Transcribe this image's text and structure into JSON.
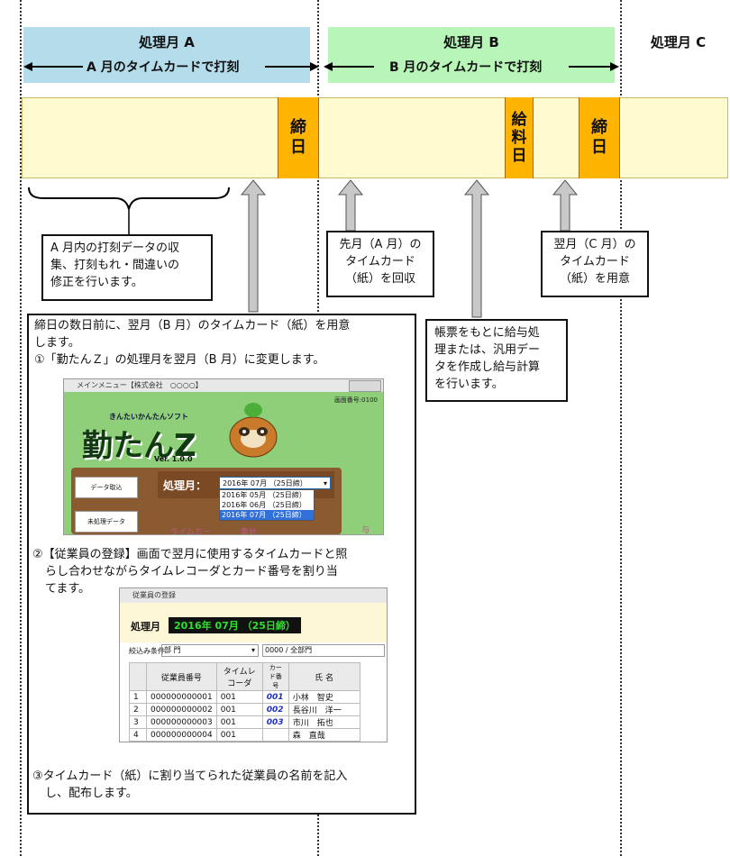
{
  "headers": {
    "a": {
      "title": "処理月 A",
      "arrow_text": "A 月のタイムカードで打刻"
    },
    "b": {
      "title": "処理月 B",
      "arrow_text": "B 月のタイムカードで打刻"
    },
    "c": {
      "title": "処理月 C"
    }
  },
  "timeline": {
    "shime1": [
      "締",
      "日"
    ],
    "kyuryo": [
      "給",
      "料",
      "日"
    ],
    "shime2": [
      "締",
      "日"
    ]
  },
  "notes": {
    "a_collect": [
      "A 月内の打刻データの収",
      "集、打刻もれ・間違いの",
      "修正を行います。"
    ],
    "b_collect_card": [
      "先月（A 月）の",
      "タイムカード",
      "（紙）を回収"
    ],
    "c_prepare": [
      "翌月（C 月）の",
      "タイムカード",
      "（紙）を用意"
    ],
    "payroll": [
      "帳票をもとに給与処",
      "理または、汎用デー",
      "タを作成し給与計算",
      "を行います。"
    ],
    "main": {
      "intro": [
        "締日の数日前に、翌月（B 月）のタイムカード（紙）を用意",
        "します。"
      ],
      "step1": "①「勤たんＺ」の処理月を翌月（B 月）に変更します。",
      "step2": [
        "②【従業員の登録】画面で翌月に使用するタイムカードと照",
        "らし合わせながらタイムレコーダとカード番号を割り当",
        "てます。"
      ],
      "step3": [
        "③タイムカード（紙）に割り当てられた従業員の名前を記入",
        "し、配布します。"
      ]
    }
  },
  "screenshot1": {
    "window_title": "メインメニュー【株式会社　○○○○】",
    "screen_no": "画面番号:0100",
    "subtitle": "きんたいかんたんソフト",
    "logo": "勤たんZ",
    "version": "Ver. 1.0.0",
    "btn_data": "データ取込",
    "btn_unprocessed": "未処理データ",
    "month_label": "処理月：",
    "selected": "2016年 07月 （25日締）",
    "options": [
      "2016年 05月 （25日締）",
      "2016年 06月 （25日締）",
      "2016年 07月 （25日締）"
    ],
    "bg_tab1": "タイムカー",
    "bg_tab2": "集計",
    "bg_tab3": "与"
  },
  "screenshot2": {
    "window_title": "従業員の登録",
    "month_label": "処理月",
    "month_value": "2016年 07月 （25日締）",
    "filter_label": "絞込み条件",
    "filter_value": "部 門",
    "filter_dept": "0000 / 全部門",
    "columns": [
      "",
      "従業員番号",
      "タイムレコーダ",
      "カード番号",
      "氏 名"
    ],
    "rows": [
      [
        "1",
        "000000000001",
        "001",
        "001",
        "小林　智史"
      ],
      [
        "2",
        "000000000002",
        "001",
        "002",
        "長谷川　洋一"
      ],
      [
        "3",
        "000000000003",
        "001",
        "003",
        "市川　拓也"
      ],
      [
        "4",
        "000000000004",
        "001",
        "",
        "森　直哉"
      ]
    ]
  },
  "colors": {
    "blue_band": "#b4dcea",
    "green_band": "#b8f5b8",
    "cream": "#fffad0",
    "orange": "#ffb400",
    "arrow_gray": "#c8c8c8"
  }
}
